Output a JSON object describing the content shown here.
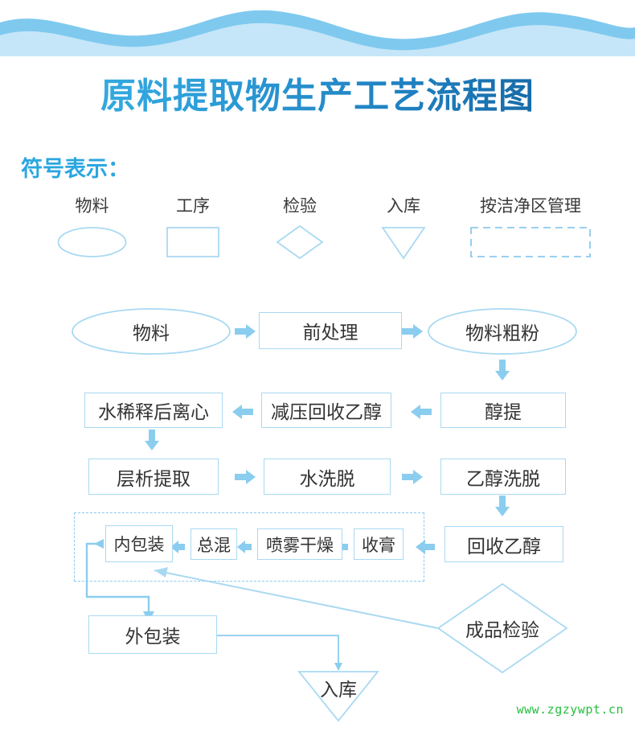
{
  "page": {
    "title": "原料提取物生产工艺流程图",
    "background_color": "#ffffff",
    "watermark": "www.zgzywpt.cn",
    "watermark_color": "#27c040"
  },
  "header": {
    "wave_color_dark": "#7fc9ef",
    "wave_color_light": "#c5e6f8"
  },
  "legend": {
    "heading": "符号表示：",
    "heading_color": "#2ba6e0",
    "items": [
      {
        "label": "物料",
        "shape": "ellipse",
        "icon": "ellipse-icon"
      },
      {
        "label": "工序",
        "shape": "rectangle",
        "icon": "rectangle-icon"
      },
      {
        "label": "检验",
        "shape": "diamond",
        "icon": "diamond-icon"
      },
      {
        "label": "入库",
        "shape": "triangle-down",
        "icon": "triangle-down-icon"
      },
      {
        "label": "按洁净区管理",
        "shape": "dashed-rectangle",
        "icon": "dashed-rectangle-icon"
      }
    ]
  },
  "flow": {
    "outline_color": "#a9d9f2",
    "arrow_color": "#8bcdee",
    "text_color": "#333333",
    "nodes": [
      {
        "id": "wuliao",
        "label": "物料",
        "shape": "ellipse"
      },
      {
        "id": "qianchuli",
        "label": "前处理",
        "shape": "rectangle"
      },
      {
        "id": "wuliaocufen",
        "label": "物料粗粉",
        "shape": "ellipse"
      },
      {
        "id": "chunti",
        "label": "醇提",
        "shape": "rectangle"
      },
      {
        "id": "jianyahuishou",
        "label": "减压回收乙醇",
        "shape": "rectangle"
      },
      {
        "id": "shuixishi",
        "label": "水稀释后离心",
        "shape": "rectangle"
      },
      {
        "id": "cengxi",
        "label": "层析提取",
        "shape": "rectangle"
      },
      {
        "id": "shuixituo",
        "label": "水洗脱",
        "shape": "rectangle"
      },
      {
        "id": "yichunxituo",
        "label": "乙醇洗脱",
        "shape": "rectangle"
      },
      {
        "id": "huishouyichun",
        "label": "回收乙醇",
        "shape": "rectangle"
      },
      {
        "id": "shougao",
        "label": "收膏",
        "shape": "rectangle"
      },
      {
        "id": "penwuganzao",
        "label": "喷雾干燥",
        "shape": "rectangle"
      },
      {
        "id": "zonghun",
        "label": "总混",
        "shape": "rectangle"
      },
      {
        "id": "neibaozhuang",
        "label": "内包装",
        "shape": "rectangle"
      },
      {
        "id": "waibaozhuang",
        "label": "外包装",
        "shape": "rectangle"
      },
      {
        "id": "ruku",
        "label": "入库",
        "shape": "triangle-down"
      },
      {
        "id": "chengpinjianyan",
        "label": "成品检验",
        "shape": "diamond"
      }
    ],
    "clean_area": {
      "name": "按洁净区管理",
      "contains": [
        "收膏",
        "喷雾干燥",
        "总混",
        "内包装"
      ]
    },
    "edges": [
      {
        "from": "物料",
        "to": "前处理",
        "direction": "right"
      },
      {
        "from": "前处理",
        "to": "物料粗粉",
        "direction": "right"
      },
      {
        "from": "物料粗粉",
        "to": "醇提",
        "direction": "down"
      },
      {
        "from": "醇提",
        "to": "减压回收乙醇",
        "direction": "left"
      },
      {
        "from": "减压回收乙醇",
        "to": "水稀释后离心",
        "direction": "left"
      },
      {
        "from": "水稀释后离心",
        "to": "层析提取",
        "direction": "down"
      },
      {
        "from": "层析提取",
        "to": "水洗脱",
        "direction": "right"
      },
      {
        "from": "水洗脱",
        "to": "乙醇洗脱",
        "direction": "right"
      },
      {
        "from": "乙醇洗脱",
        "to": "回收乙醇",
        "direction": "down"
      },
      {
        "from": "回收乙醇",
        "to": "收膏",
        "direction": "left"
      },
      {
        "from": "收膏",
        "to": "喷雾干燥",
        "direction": "left"
      },
      {
        "from": "喷雾干燥",
        "to": "总混",
        "direction": "left"
      },
      {
        "from": "总混",
        "to": "内包装",
        "direction": "left"
      },
      {
        "from": "内包装",
        "to": "外包装",
        "direction": "wrap-down"
      },
      {
        "from": "外包装",
        "to": "入库",
        "direction": "right-down"
      },
      {
        "from": "成品检验",
        "to": "内包装",
        "direction": "diagonal"
      }
    ]
  }
}
